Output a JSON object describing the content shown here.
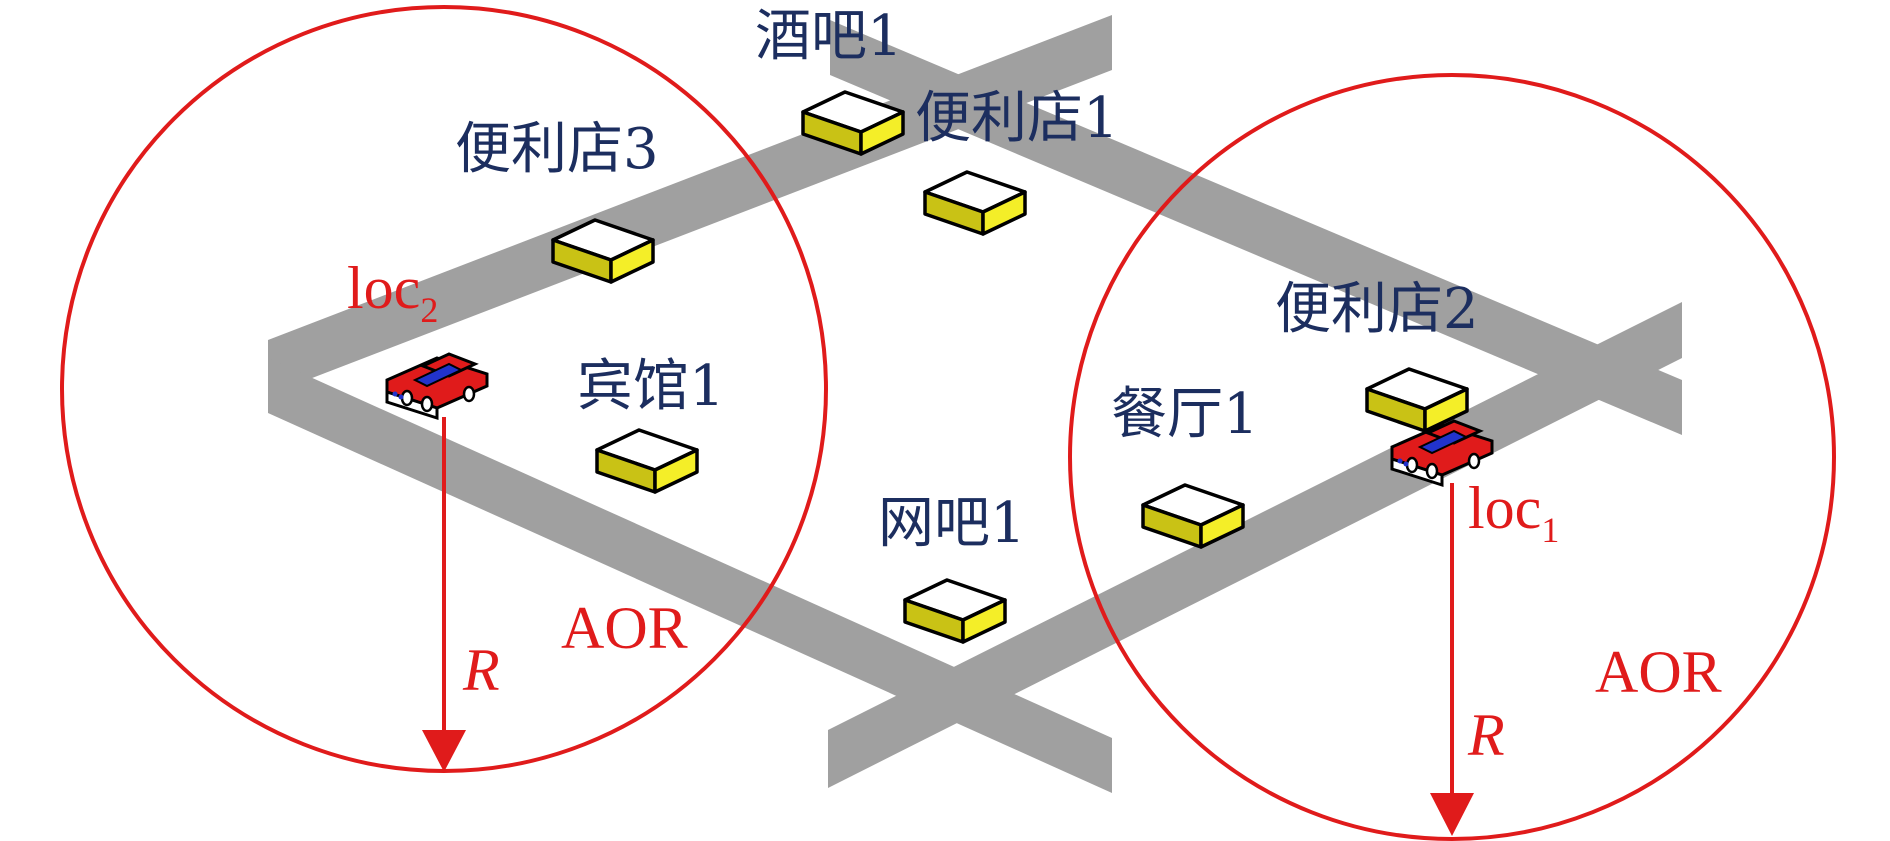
{
  "colors": {
    "road": "#a0a0a0",
    "circle": "#e01b1b",
    "poi_label": "#1c2e5f",
    "annotation": "#e01b1b",
    "box_top": "#ffffff",
    "box_side": "#c9c215",
    "box_front": "#f4ee28",
    "car_body": "#e01b1b",
    "car_window": "#2233cc"
  },
  "pois": [
    {
      "id": "jiuba1",
      "label": "酒吧1",
      "icon": "building-box-icon"
    },
    {
      "id": "bianlidian1",
      "label": "便利店1",
      "icon": "building-box-icon"
    },
    {
      "id": "bianlidian3",
      "label": "便利店3",
      "icon": "building-box-icon"
    },
    {
      "id": "binguan1",
      "label": "宾馆1",
      "icon": "building-box-icon"
    },
    {
      "id": "wangba1",
      "label": "网吧1",
      "icon": "building-box-icon"
    },
    {
      "id": "canting1",
      "label": "餐厅1",
      "icon": "building-box-icon"
    },
    {
      "id": "bianlidian2",
      "label": "便利店2",
      "icon": "building-box-icon"
    }
  ],
  "users": [
    {
      "id": "loc2",
      "base": "loc",
      "sub": "2",
      "icon": "car-icon",
      "area": "AOR",
      "radius": "R"
    },
    {
      "id": "loc1",
      "base": "loc",
      "sub": "1",
      "icon": "car-icon",
      "area": "AOR",
      "radius": "R"
    }
  ]
}
